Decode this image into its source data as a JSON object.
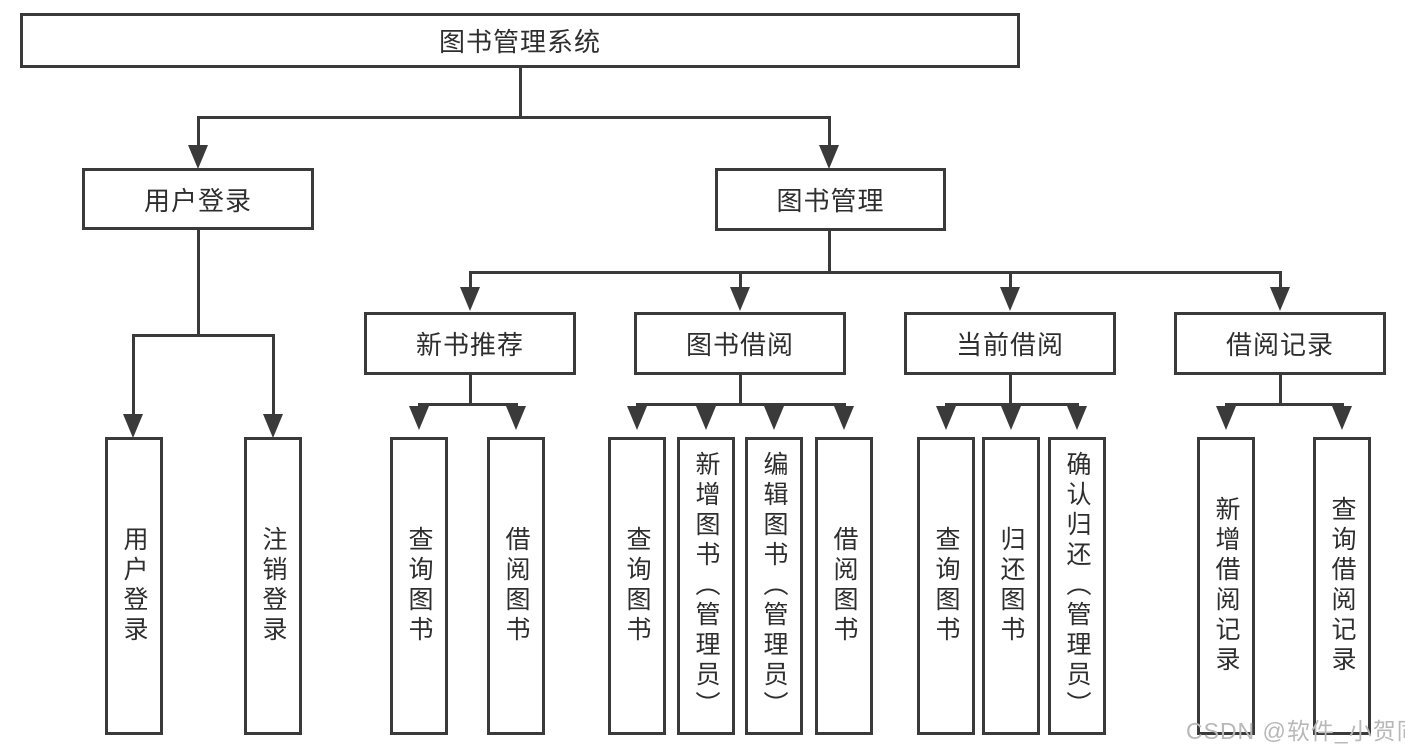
{
  "tree": {
    "label": "图书管理系统",
    "children": [
      {
        "label": "用户登录",
        "children": [
          {
            "label": "用户登录"
          },
          {
            "label": "注销登录"
          }
        ]
      },
      {
        "label": "图书管理",
        "children": [
          {
            "label": "新书推荐",
            "children": [
              {
                "label": "查询图书"
              },
              {
                "label": "借阅图书"
              }
            ]
          },
          {
            "label": "图书借阅",
            "children": [
              {
                "label": "查询图书"
              },
              {
                "label": "新增图书（管理员）"
              },
              {
                "label": "编辑图书（管理员）"
              },
              {
                "label": "借阅图书"
              }
            ]
          },
          {
            "label": "当前借阅",
            "children": [
              {
                "label": "查询图书"
              },
              {
                "label": "归还图书"
              },
              {
                "label": "确认归还（管理员）"
              }
            ]
          },
          {
            "label": "借阅记录",
            "children": [
              {
                "label": "新增借阅记录"
              },
              {
                "label": "查询借阅记录"
              }
            ]
          }
        ]
      }
    ]
  },
  "watermark": "CSDN @软件_小贺同学",
  "colors": {
    "line": "#3a3a3a",
    "text": "#2e2e2e",
    "watermark_text": "#b8b8b8",
    "background": "#ffffff"
  }
}
